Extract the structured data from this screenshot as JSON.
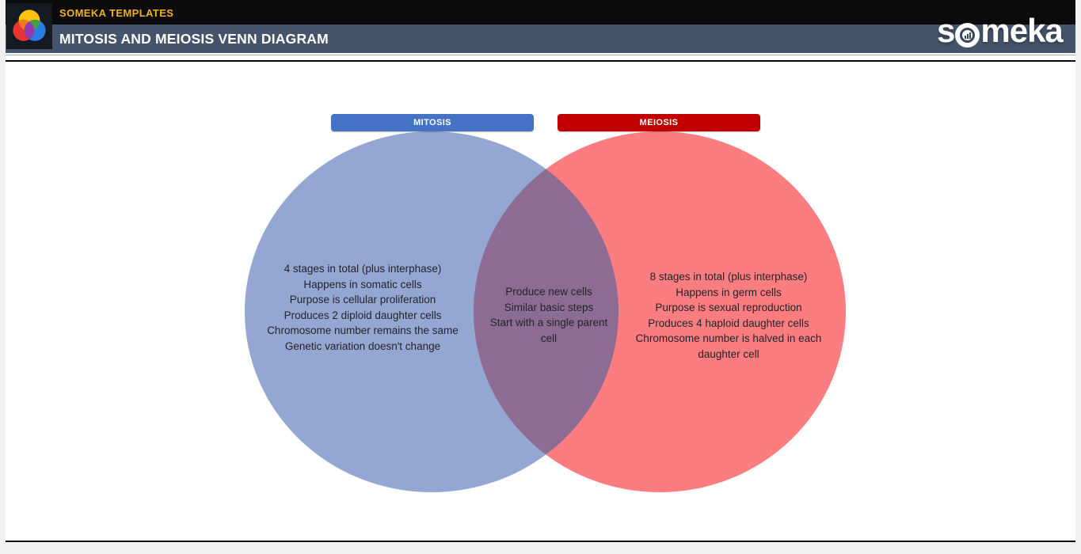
{
  "page": {
    "background": "#F1F1F2",
    "sheet_background": "#FFFFFF"
  },
  "header": {
    "brand": "SOMEKA TEMPLATES",
    "brand_color": "#EFB320",
    "title": "MITOSIS AND MEIOSIS VENN DIAGRAM",
    "band_top_color": "#0B0B0B",
    "band_bottom_color": "#44546A",
    "someka_logo": {
      "pre": "s",
      "post": "meka",
      "icon": "bar-chart-in-circle"
    },
    "logo_icon": "three-circle-venn-color-wheel"
  },
  "venn": {
    "left": {
      "label": "MITOSIS",
      "header_color": "#4472C4",
      "circle_color": "#94A7D2",
      "items": [
        "4 stages in total (plus interphase)",
        "Happens in somatic cells",
        "Purpose is cellular proliferation",
        "Produces 2 diploid daughter cells",
        "Chromosome number remains the same",
        "Genetic variation doesn't change"
      ]
    },
    "overlap": {
      "circle_color": "#8C6C93",
      "items": [
        "Produce new cells",
        "Similar basic steps",
        "Start with a single parent cell"
      ]
    },
    "right": {
      "label": "MEIOSIS",
      "header_color": "#C00000",
      "circle_color": "#FC7D80",
      "items": [
        "8 stages in total (plus interphase)",
        "Happens in germ cells",
        "Purpose is sexual reproduction",
        "Produces 4 haploid daughter cells",
        "Chromosome number is halved in each daughter cell"
      ]
    }
  }
}
